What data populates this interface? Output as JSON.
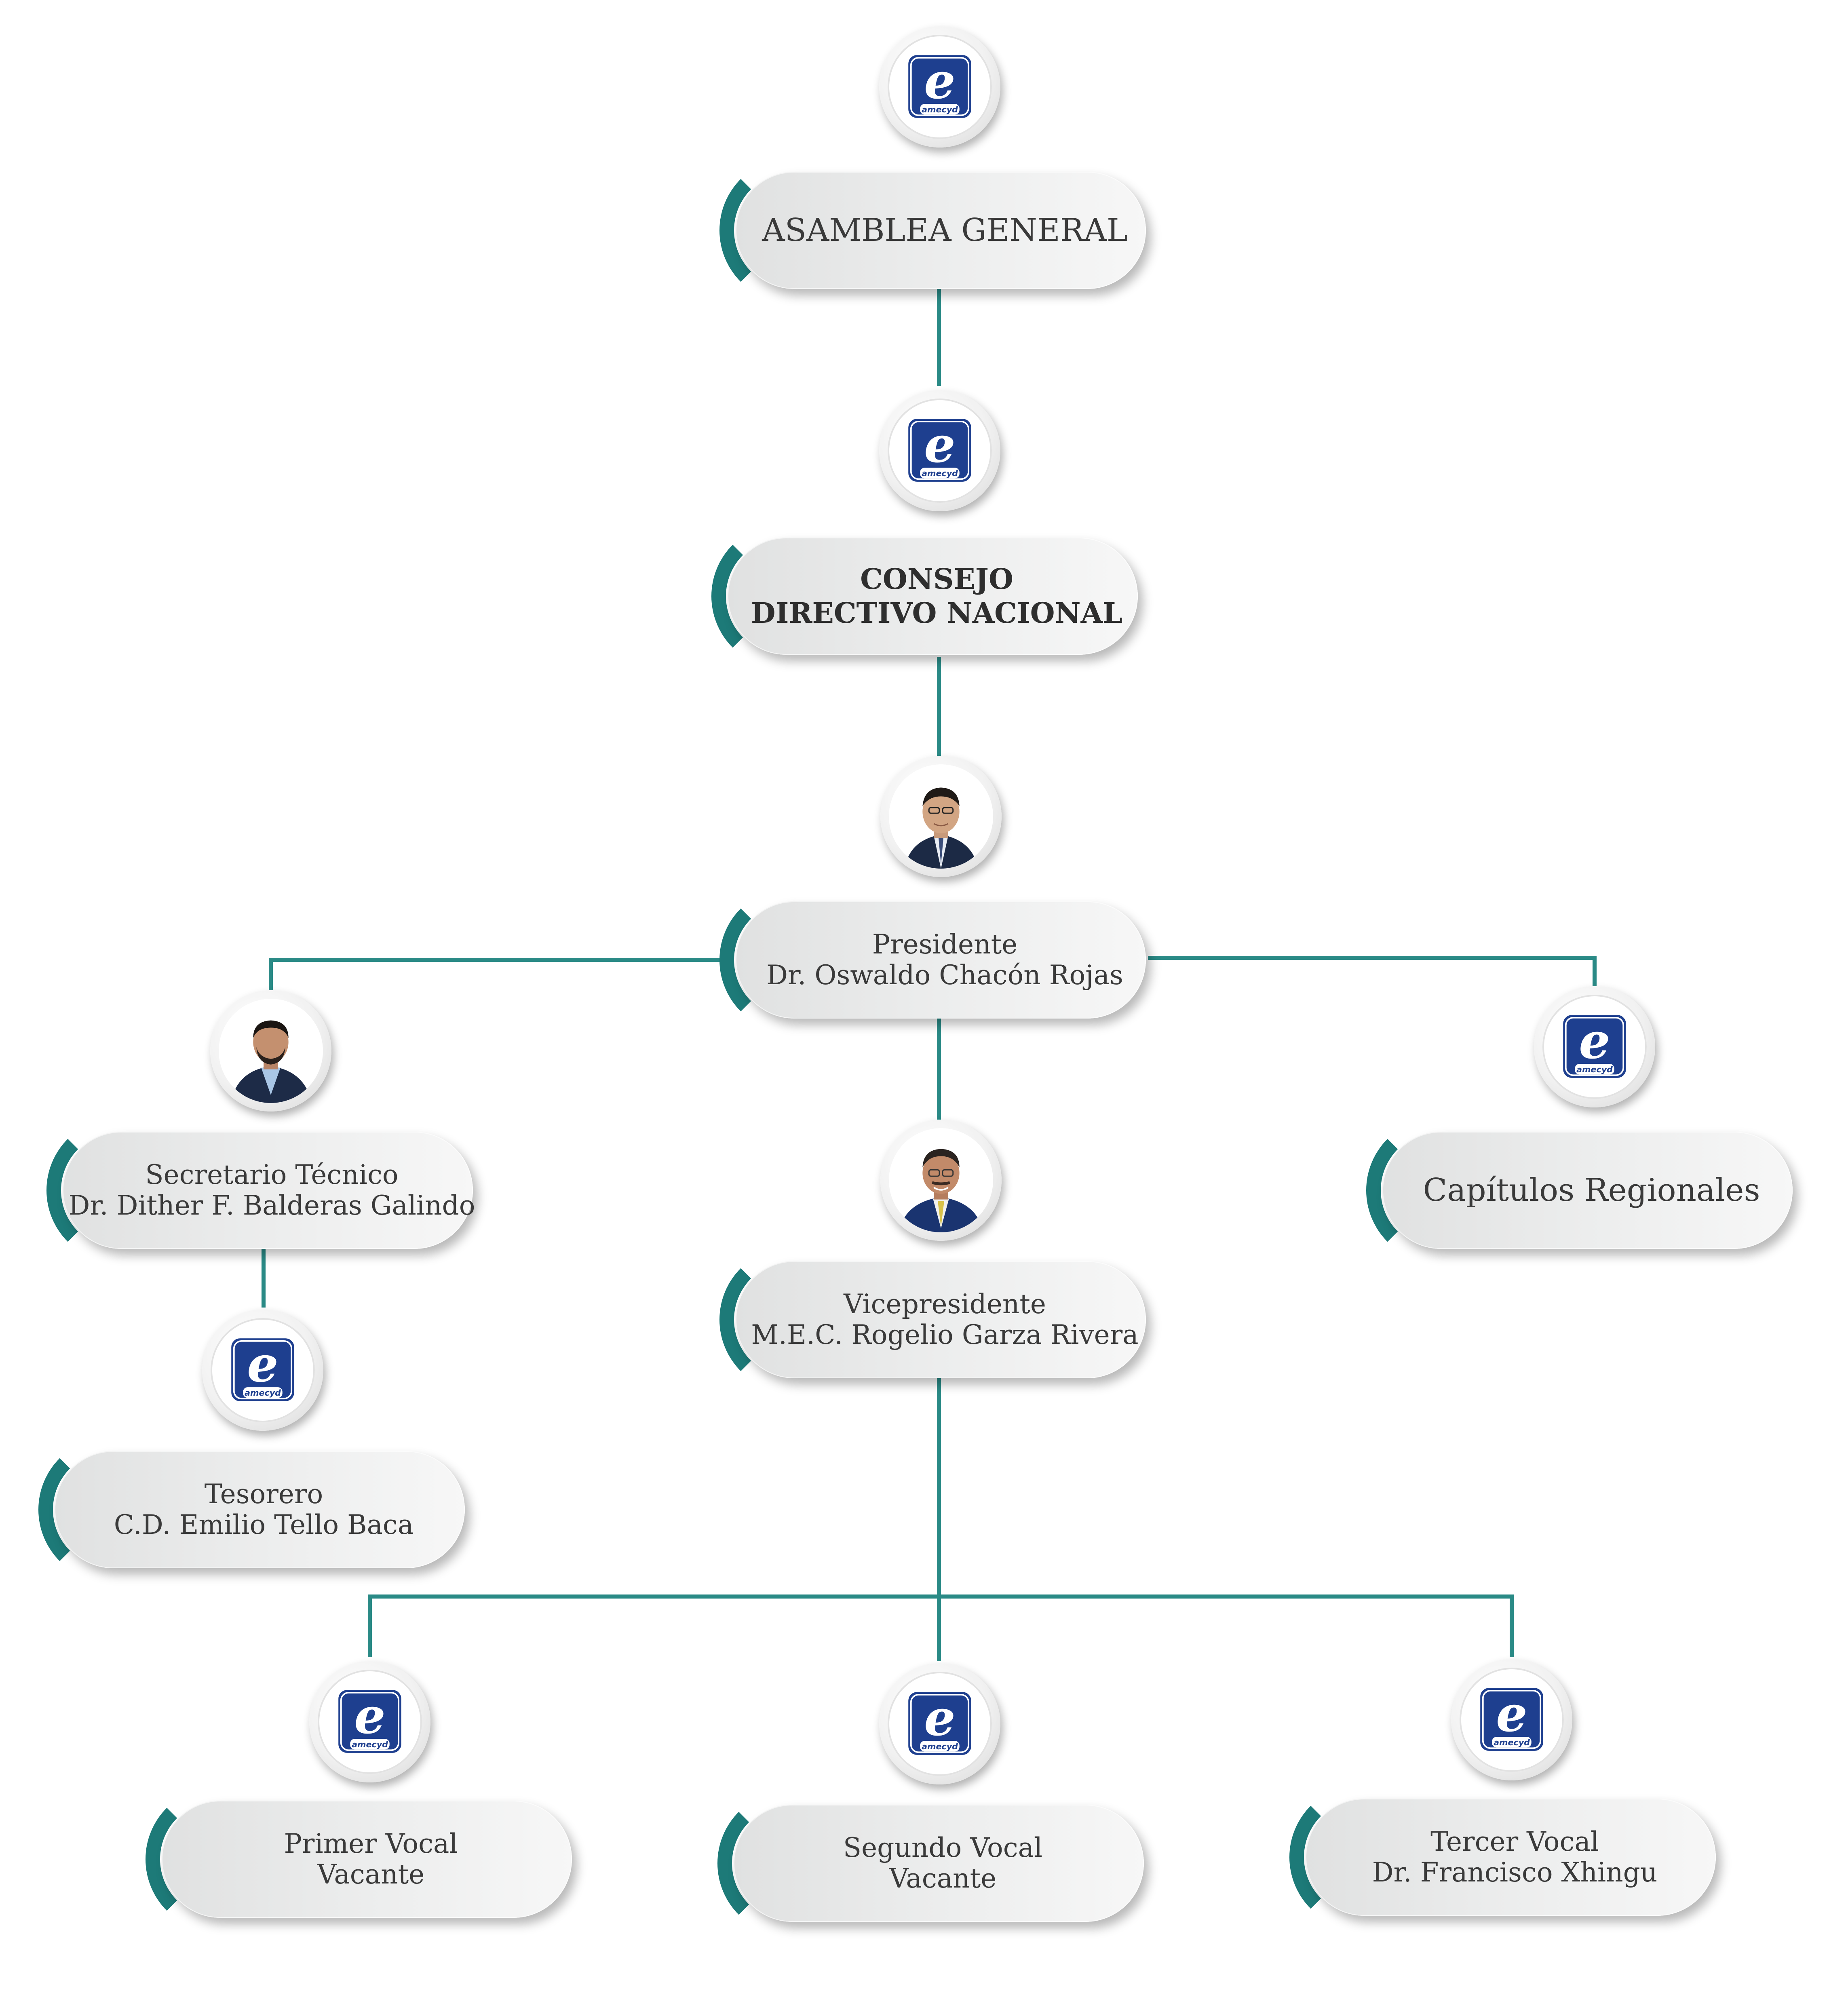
{
  "nodes": {
    "asamblea": {
      "lines": [
        "ASAMBLEA GENERAL"
      ]
    },
    "consejo": {
      "lines": [
        "CONSEJO",
        "DIRECTIVO NACIONAL"
      ]
    },
    "presidente": {
      "lines": [
        "Presidente",
        "Dr. Oswaldo Chacón Rojas"
      ]
    },
    "secretario": {
      "lines": [
        "Secretario Técnico",
        "Dr. Dither F. Balderas Galindo"
      ]
    },
    "capitulos": {
      "lines": [
        "Capítulos Regionales"
      ]
    },
    "vicepresidente": {
      "lines": [
        "Vicepresidente",
        "M.E.C. Rogelio Garza Rivera"
      ]
    },
    "tesorero": {
      "lines": [
        "Tesorero",
        "C.D. Emilio Tello Baca"
      ]
    },
    "primer_vocal": {
      "lines": [
        "Primer Vocal",
        "Vacante"
      ]
    },
    "segundo_vocal": {
      "lines": [
        "Segundo Vocal",
        "Vacante"
      ]
    },
    "tercer_vocal": {
      "lines": [
        "Tercer Vocal",
        "Dr. Francisco Xhingu"
      ]
    }
  },
  "logo": {
    "wordmark": "amecyd",
    "letter": "e"
  },
  "colors": {
    "accent_teal": "#1d7a78",
    "connector": "#2a8a86",
    "logo_blue": "#1e3f8f",
    "text": "#3a3a3a"
  },
  "icons": {
    "logo": "amecyd-logo-icon",
    "photo": "person-photo-icon"
  }
}
